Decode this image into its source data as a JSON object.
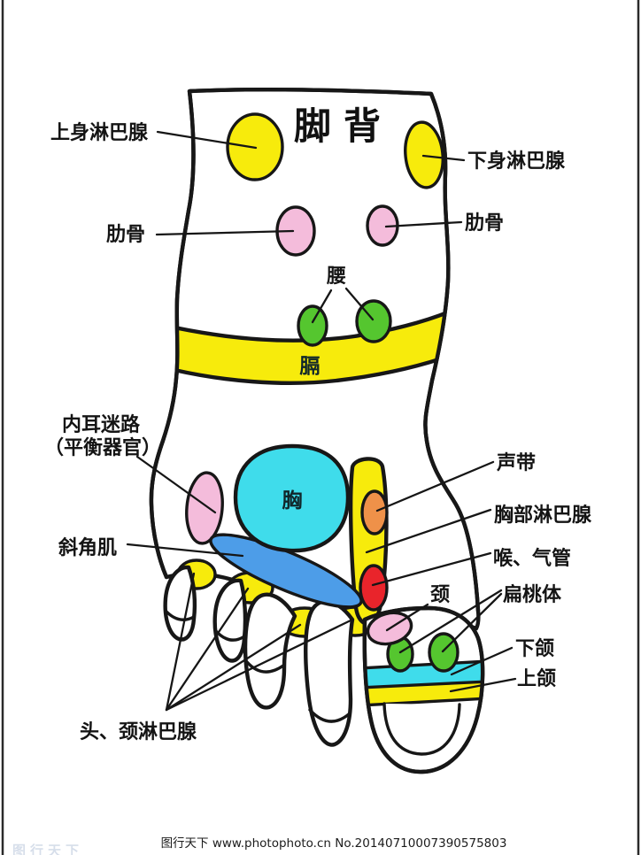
{
  "title": "脚背",
  "colors": {
    "yellow": "#F7EB0C",
    "pink": "#F4BCDB",
    "green": "#55C62F",
    "cyan": "#3FDCEB",
    "blue": "#4D9DE8",
    "orange": "#EF9149",
    "red": "#E9242B",
    "white": "#FFFFFF",
    "outline": "#171717"
  },
  "labels": {
    "upper_body_lymph": "上身淋巴腺",
    "lower_body_lymph": "下身淋巴腺",
    "ribs_left": "肋骨",
    "ribs_right": "肋骨",
    "waist": "腰",
    "diaphragm": "膈",
    "inner_ear_line1": "内耳迷路",
    "inner_ear_line2": "（平衡器官）",
    "scalene_muscle": "斜角肌",
    "chest": "胸",
    "vocal_cords": "声带",
    "chest_lymph": "胸部淋巴腺",
    "throat_trachea": "喉、气管",
    "neck": "颈",
    "tonsils": "扁桃体",
    "lower_jaw": "下颌",
    "upper_jaw": "上颌",
    "head_neck_lymph": "头、颈淋巴腺"
  },
  "footer": {
    "watermark": "图行天下 www.photophoto.cn  No.20140710007390575803",
    "watermark_faint": "图行天下"
  }
}
